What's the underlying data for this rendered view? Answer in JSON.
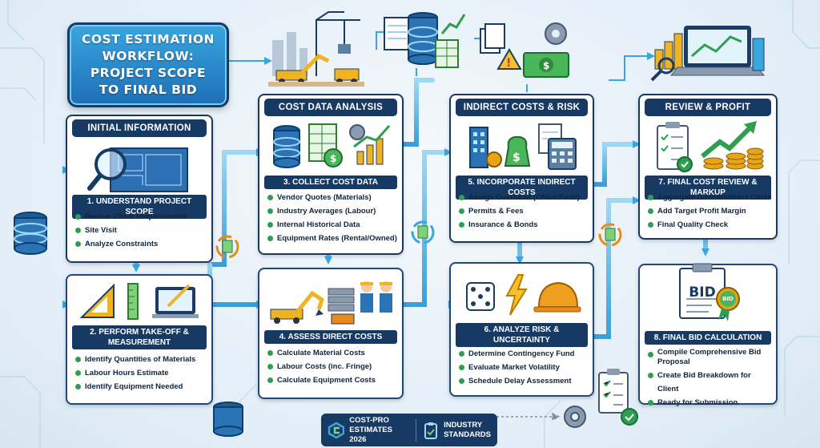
{
  "title": "COST ESTIMATION\nWORKFLOW:\nPROJECT SCOPE\nTO FINAL BID",
  "panels": {
    "initial": "INITIAL INFORMATION",
    "cost_data": "COST DATA ANALYSIS",
    "indirect": "INDIRECT COSTS & RISK",
    "review": "REVIEW & PROFIT"
  },
  "steps": [
    {
      "title": "1. UNDERSTAND PROJECT SCOPE",
      "items": [
        "Review Client Requirements",
        "Site Visit",
        "Analyze Constraints"
      ]
    },
    {
      "title": "2. PERFORM TAKE-OFF &\nMEASUREMENT",
      "items": [
        "Identify Quantities of Materials",
        "Labour Hours Estimate",
        "Identify Equipment Needed"
      ]
    },
    {
      "title": "3. COLLECT COST DATA",
      "items": [
        "Vendor Quotes (Materials)",
        "Industry Averages (Labour)",
        "Internal Historical Data",
        "Equipment Rates (Rental/Owned)"
      ]
    },
    {
      "title": "4. ASSESS DIRECT COSTS",
      "items": [
        "Calculate Material Costs",
        "Labour Costs (inc. Fringe)",
        "Calculate Equipment Costs"
      ]
    },
    {
      "title": "5. INCORPORATE INDIRECT COSTS",
      "items": [
        "Assign Overhead (Office/Field)",
        "Permits & Fees",
        "Insurance & Bonds"
      ]
    },
    {
      "title": "6. ANALYZE RISK &\nUNCERTAINTY",
      "items": [
        "Determine Contingency Fund",
        "Evaluate Market Volatility",
        "Schedule Delay Assessment"
      ]
    },
    {
      "title": "7. FINAL COST REVIEW & MARKUP",
      "items": [
        "Aggregate Direct/Indirect Costs",
        "Add Target Profit Margin",
        "Final Quality Check"
      ]
    },
    {
      "title": "8. FINAL BID CALCULATION",
      "items": [
        "Compile Comprehensive Bid\nProposal",
        "Create Bid Breakdown for Client",
        "Ready for Submission"
      ]
    }
  ],
  "badges": {
    "bid_doc": "BID",
    "bid_seal": "BID"
  },
  "footer": {
    "brand": "COST-PRO\nESTIMATES 2026",
    "standards": "INDUSTRY\nSTANDARDS"
  },
  "colors": {
    "navy": "#163a63",
    "accent": "#3aa6e0",
    "green": "#2e9e4f",
    "gold": "#e8a417"
  }
}
